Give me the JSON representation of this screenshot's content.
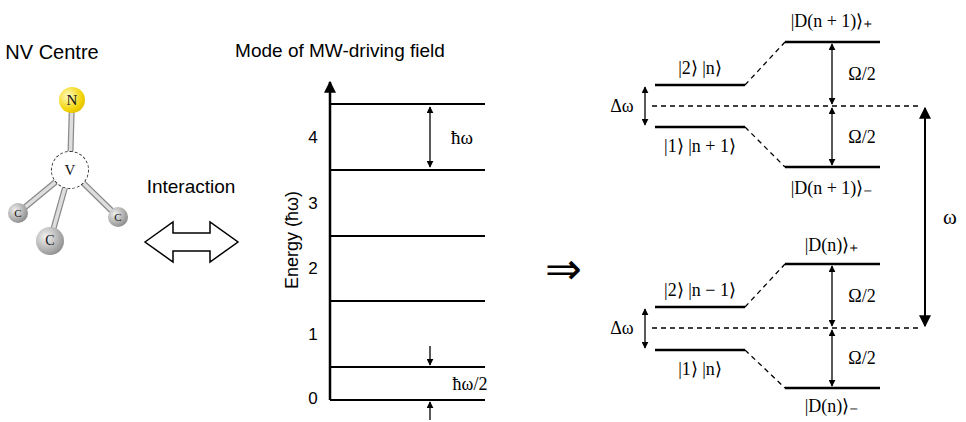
{
  "diagram": {
    "nodes": [
      {
        "text": [
          "N"
        ]
      },
      {
        "text": [
          "V"
        ]
      },
      {
        "text": [
          "C"
        ]
      },
      {
        "text": [
          "C"
        ]
      },
      {
        "text": [
          "C"
        ]
      }
    ],
    "edges": [
      {
        "from": 0,
        "to": 1,
        "arrow": "none"
      },
      {
        "from": 1,
        "to": 2,
        "arrow": "none"
      },
      {
        "from": 1,
        "to": 3,
        "arrow": "none"
      },
      {
        "from": 1,
        "to": 4,
        "arrow": "none"
      }
    ],
    "labels": [
      "NV Centre",
      "Interaction",
      "Mode of MW-driving field",
      "Energy (ħω)",
      "0",
      "1",
      "2",
      "3",
      "4",
      "ħω",
      "ħω/2",
      "⇒",
      "|2⟩ |n⟩",
      "|1⟩ |n + 1⟩",
      "|D(n + 1)⟩₊",
      "|D(n + 1)⟩₋",
      "Δω",
      "Ω/2",
      "Ω/2",
      "ω",
      "|2⟩ |n − 1⟩",
      "|1⟩ |n⟩",
      "|D(n)⟩₊",
      "|D(n)⟩₋",
      "Δω",
      "Ω/2",
      "Ω/2"
    ]
  }
}
